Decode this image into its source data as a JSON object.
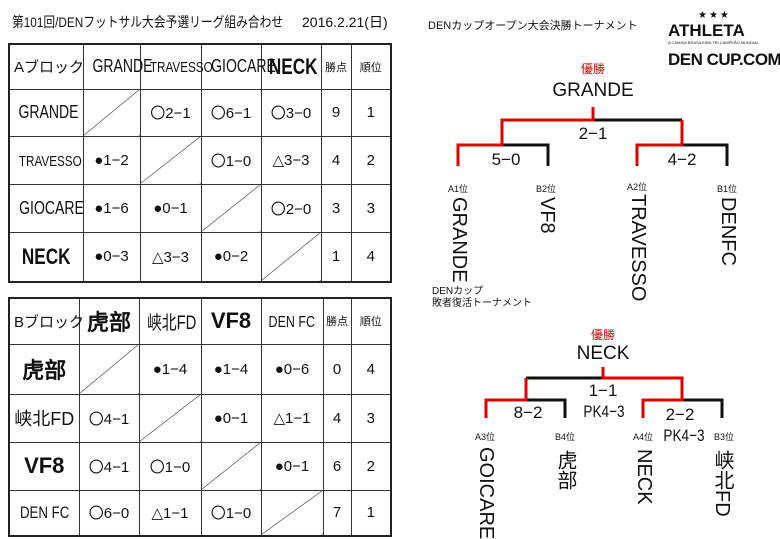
{
  "title": "第101回/DENフットサル大会予選リーグ組み合わせ",
  "date": "2016.2.21(日)",
  "block_a": {
    "label": "Aブロック",
    "teams": [
      "GRANDE",
      "TRAVESSO",
      "GIOCARE",
      "NECK"
    ],
    "points_header": "勝点",
    "rank_header": "順位",
    "rows": [
      {
        "team": "GRANDE",
        "results": [
          "",
          "〇2−1",
          "〇6−1",
          "〇3−0"
        ],
        "points": "9",
        "rank": "1"
      },
      {
        "team": "TRAVESSO",
        "results": [
          "●1−2",
          "",
          "〇1−0",
          "△3−3"
        ],
        "points": "4",
        "rank": "2"
      },
      {
        "team": "GIOCARE",
        "results": [
          "●1−6",
          "●0−1",
          "",
          "〇2−0"
        ],
        "points": "3",
        "rank": "3"
      },
      {
        "team": "NECK",
        "results": [
          "●0−3",
          "△3−3",
          "●0−2",
          ""
        ],
        "points": "1",
        "rank": "4"
      }
    ]
  },
  "block_b": {
    "label": "Bブロック",
    "teams": [
      "虎部",
      "峡北FD",
      "VF8",
      "DEN FC"
    ],
    "points_header": "勝点",
    "rank_header": "順位",
    "rows": [
      {
        "team": "虎部",
        "results": [
          "",
          "●1−4",
          "●1−4",
          "●0−6"
        ],
        "points": "0",
        "rank": "4"
      },
      {
        "team": "峡北FD",
        "results": [
          "〇4−1",
          "",
          "●0−1",
          "△1−1"
        ],
        "points": "4",
        "rank": "3"
      },
      {
        "team": "VF8",
        "results": [
          "〇4−1",
          "〇1−0",
          "",
          "●0−1"
        ],
        "points": "6",
        "rank": "2"
      },
      {
        "team": "DEN FC",
        "results": [
          "〇6−0",
          "△1−1",
          "〇1−0",
          ""
        ],
        "points": "7",
        "rank": "1"
      }
    ]
  },
  "final_bracket": {
    "title": "DENカップオープン大会決勝トーナメント",
    "winner_label": "優勝",
    "winner": "GRANDE",
    "final_score": "2−1",
    "semi_scores": [
      "5−0",
      "4−2"
    ],
    "seeds": [
      "A1位",
      "B2位",
      "A2位",
      "B1位"
    ],
    "teams": [
      "GRANDE",
      "VF8",
      "TRAVESSO",
      "DENFC"
    ]
  },
  "consolation_bracket": {
    "title_line1": "DENカップ",
    "title_line2": "敗者復活トーナメント",
    "winner_label": "優勝",
    "winner": "NECK",
    "final_score": "1−1",
    "final_pk": "PK4−3",
    "semi_scores": [
      "8−2",
      "2−2"
    ],
    "semi_pk": "PK4−3",
    "seeds": [
      "A3位",
      "B4位",
      "A4位",
      "B3位"
    ],
    "teams": [
      "GOICARE",
      "虎部",
      "NECK",
      "峡北FD"
    ]
  },
  "logo": {
    "brand": "ATHLETA",
    "tagline": "A CAMISA BRASILEIRA TRI CAMPEÃO MUNDIAL",
    "site": "DEN CUP.COM"
  },
  "colors": {
    "accent": "#e00000",
    "line": "#111111"
  }
}
